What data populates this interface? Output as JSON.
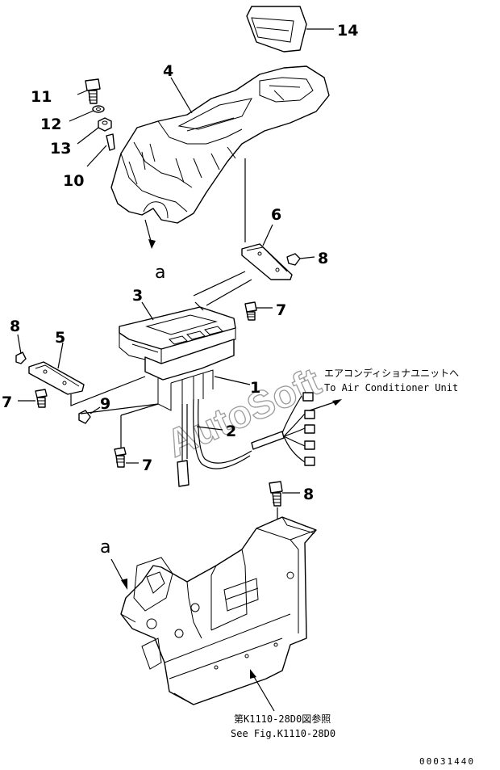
{
  "diagram": {
    "part_labels": [
      {
        "id": "1",
        "text": "1"
      },
      {
        "id": "2",
        "text": "2"
      },
      {
        "id": "3",
        "text": "3"
      },
      {
        "id": "4",
        "text": "4"
      },
      {
        "id": "5",
        "text": "5"
      },
      {
        "id": "6",
        "text": "6"
      },
      {
        "id": "7a",
        "text": "7"
      },
      {
        "id": "7b",
        "text": "7"
      },
      {
        "id": "7c",
        "text": "7"
      },
      {
        "id": "8a",
        "text": "8"
      },
      {
        "id": "8b",
        "text": "8"
      },
      {
        "id": "8c",
        "text": "8"
      },
      {
        "id": "9",
        "text": "9"
      },
      {
        "id": "10",
        "text": "10"
      },
      {
        "id": "11",
        "text": "11"
      },
      {
        "id": "12",
        "text": "12"
      },
      {
        "id": "13",
        "text": "13"
      },
      {
        "id": "14",
        "text": "14"
      }
    ],
    "reference_markers": [
      {
        "id": "a_upper",
        "text": "a"
      },
      {
        "id": "a_lower",
        "text": "a"
      }
    ],
    "notes": {
      "aircon_jp": "エアコンディショナユニットへ",
      "aircon_en": "To Air Conditioner Unit",
      "see_fig_jp": "第K1110-28D0図参照",
      "see_fig_en": "See Fig.K1110-28D0"
    },
    "watermark": "AutoSoft",
    "drawing_number": "00031440"
  }
}
